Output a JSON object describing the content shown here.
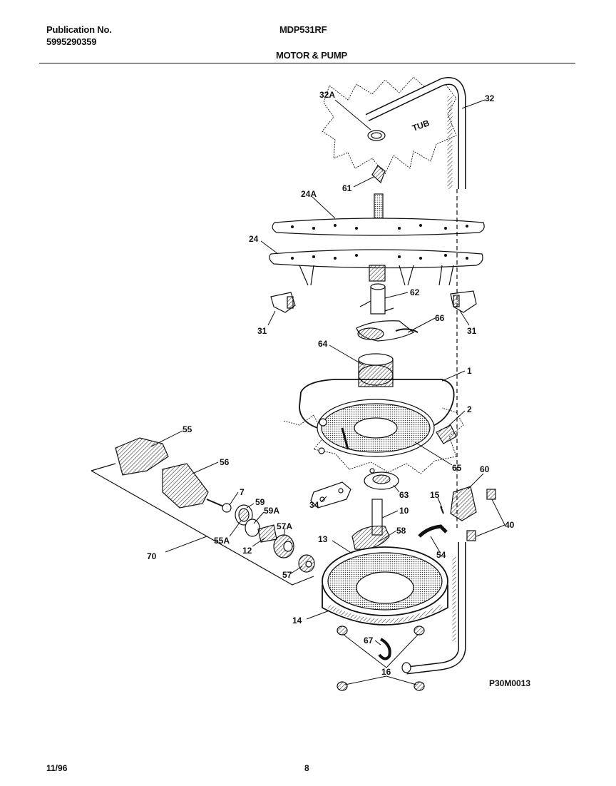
{
  "header": {
    "publication_label": "Publication No.",
    "publication_number": "5995290359",
    "model": "MDP531RF",
    "section_title": "MOTOR & PUMP"
  },
  "parts": [
    {
      "id": "32A",
      "name": "part-32a"
    },
    {
      "id": "32",
      "name": "part-32"
    },
    {
      "id": "61",
      "name": "part-61"
    },
    {
      "id": "24A",
      "name": "part-24a"
    },
    {
      "id": "24",
      "name": "part-24"
    },
    {
      "id": "62",
      "name": "part-62"
    },
    {
      "id": "31",
      "name": "part-31"
    },
    {
      "id": "66",
      "name": "part-66"
    },
    {
      "id": "64",
      "name": "part-64"
    },
    {
      "id": "1",
      "name": "part-1"
    },
    {
      "id": "2",
      "name": "part-2"
    },
    {
      "id": "65",
      "name": "part-65"
    },
    {
      "id": "55",
      "name": "part-55"
    },
    {
      "id": "56",
      "name": "part-56"
    },
    {
      "id": "7",
      "name": "part-7"
    },
    {
      "id": "59",
      "name": "part-59"
    },
    {
      "id": "59A",
      "name": "part-59a"
    },
    {
      "id": "55A",
      "name": "part-55a"
    },
    {
      "id": "12",
      "name": "part-12"
    },
    {
      "id": "57A",
      "name": "part-57a"
    },
    {
      "id": "57",
      "name": "part-57"
    },
    {
      "id": "70",
      "name": "part-70"
    },
    {
      "id": "34",
      "name": "part-34"
    },
    {
      "id": "63",
      "name": "part-63"
    },
    {
      "id": "10",
      "name": "part-10"
    },
    {
      "id": "58",
      "name": "part-58"
    },
    {
      "id": "13",
      "name": "part-13"
    },
    {
      "id": "14",
      "name": "part-14"
    },
    {
      "id": "15",
      "name": "part-15"
    },
    {
      "id": "60",
      "name": "part-60"
    },
    {
      "id": "40",
      "name": "part-40"
    },
    {
      "id": "54",
      "name": "part-54"
    },
    {
      "id": "67",
      "name": "part-67"
    },
    {
      "id": "16",
      "name": "part-16"
    }
  ],
  "tub_text": "TUB",
  "diagram_code": "P30M0013",
  "footer": {
    "date": "11/96",
    "page": "8"
  }
}
